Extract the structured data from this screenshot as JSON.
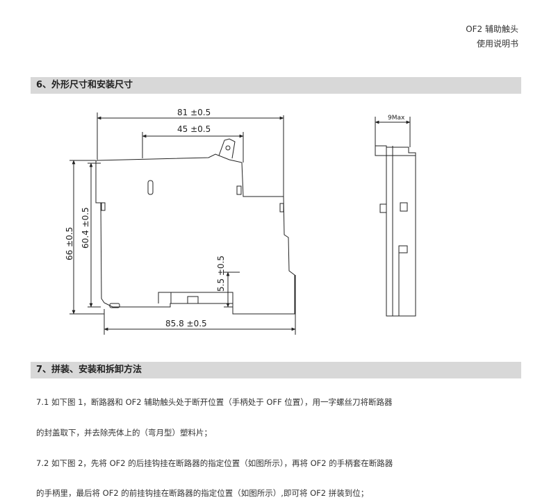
{
  "header": {
    "title": "OF2 辅助触头",
    "subtitle": "使用说明书"
  },
  "section6": {
    "title": "6、外形尺寸和安装尺寸"
  },
  "drawing": {
    "dim_81": "81 ±0.5",
    "dim_45": "45 ±0.5",
    "dim_66": "66 ±0.5",
    "dim_60": "60.4 ±0.5",
    "dim_55": "5.5 ±0.5",
    "dim_858": "85.8 ±0.5",
    "dim_9max": "9Max"
  },
  "section7": {
    "title": "7、拼装、安装和拆卸方法",
    "paragraphs": [
      "7.1 如下图 1，断路器和 OF2 辅助触头处于断开位置（手柄处于 OFF 位置），用一字螺丝刀将断路器",
      "的封盖取下，并去除壳体上的（弯月型）塑料片；",
      "7.2 如下图 2，先将 OF2 的后挂钩挂在断路器的指定位置（如图所示），再将 OF2 的手柄套在断路器",
      "的手柄里，最后将 OF2 的前挂钩挂在断路器的指定位置（如图所示）,即可将 OF2 拼装到位；"
    ]
  }
}
